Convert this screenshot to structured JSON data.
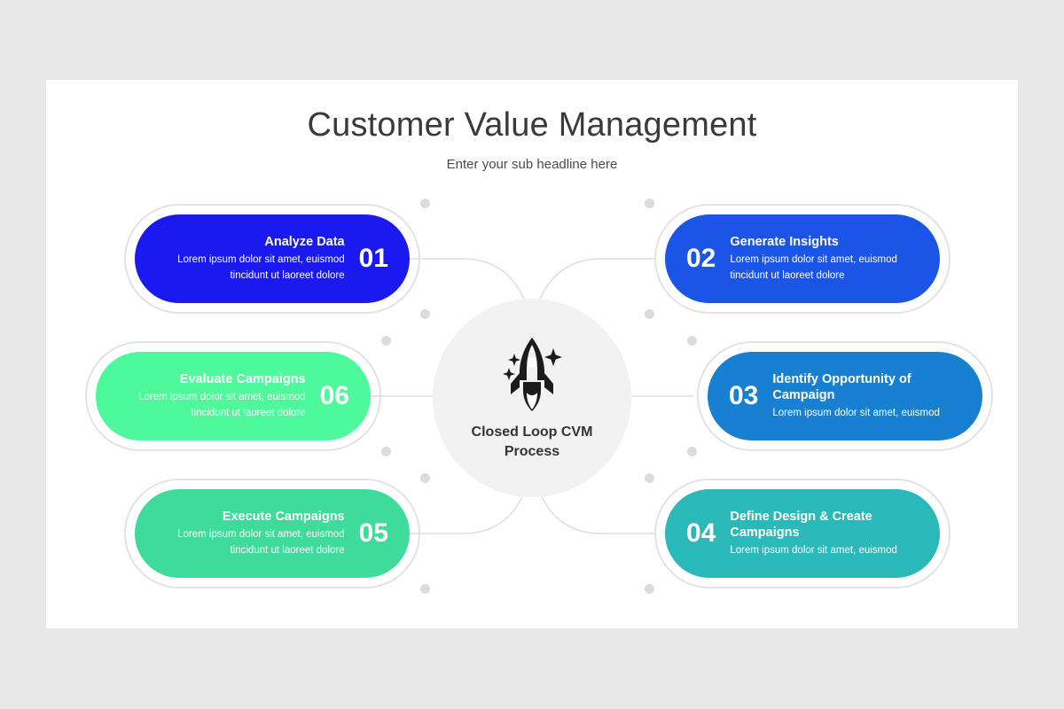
{
  "header": {
    "title": "Customer Value Management",
    "subtitle": "Enter your sub headline here"
  },
  "hub": {
    "icon": "rocket-icon",
    "label_line1": "Closed Loop CVM",
    "label_line2": "Process"
  },
  "colors": {
    "page_background": "#e8e8e8",
    "slide_background": "#ffffff",
    "ring": "#e3e3e3",
    "dot": "#dcdcdc",
    "connector": "#dedede",
    "hub_background": "#f2f2f2"
  },
  "cards": [
    {
      "number": "01",
      "title": "Analyze Data",
      "desc": "Lorem ipsum dolor sit amet, euismod tincidunt ut laoreet dolore",
      "color": "#1a1af0",
      "side": "left"
    },
    {
      "number": "02",
      "title": "Generate Insights",
      "desc": "Lorem ipsum dolor sit amet, euismod tincidunt ut laoreet dolore",
      "color": "#1a55e8",
      "side": "right"
    },
    {
      "number": "03",
      "title": "Identify Opportunity of Campaign",
      "desc": "Lorem ipsum dolor sit amet, euismod",
      "color": "#1780d0",
      "side": "right"
    },
    {
      "number": "04",
      "title": "Define Design & Create Campaigns",
      "desc": "Lorem ipsum dolor sit amet, euismod",
      "color": "#2bb8b8",
      "side": "right"
    },
    {
      "number": "05",
      "title": "Execute Campaigns",
      "desc": "Lorem ipsum dolor sit amet, euismod tincidunt ut laoreet dolore",
      "color": "#3edb9b",
      "side": "left"
    },
    {
      "number": "06",
      "title": "Evaluate Campaigns",
      "desc": "Lorem ipsum dolor sit amet, euismod tincidunt ut laoreet dolore",
      "color": "#4df99b",
      "side": "left"
    }
  ]
}
